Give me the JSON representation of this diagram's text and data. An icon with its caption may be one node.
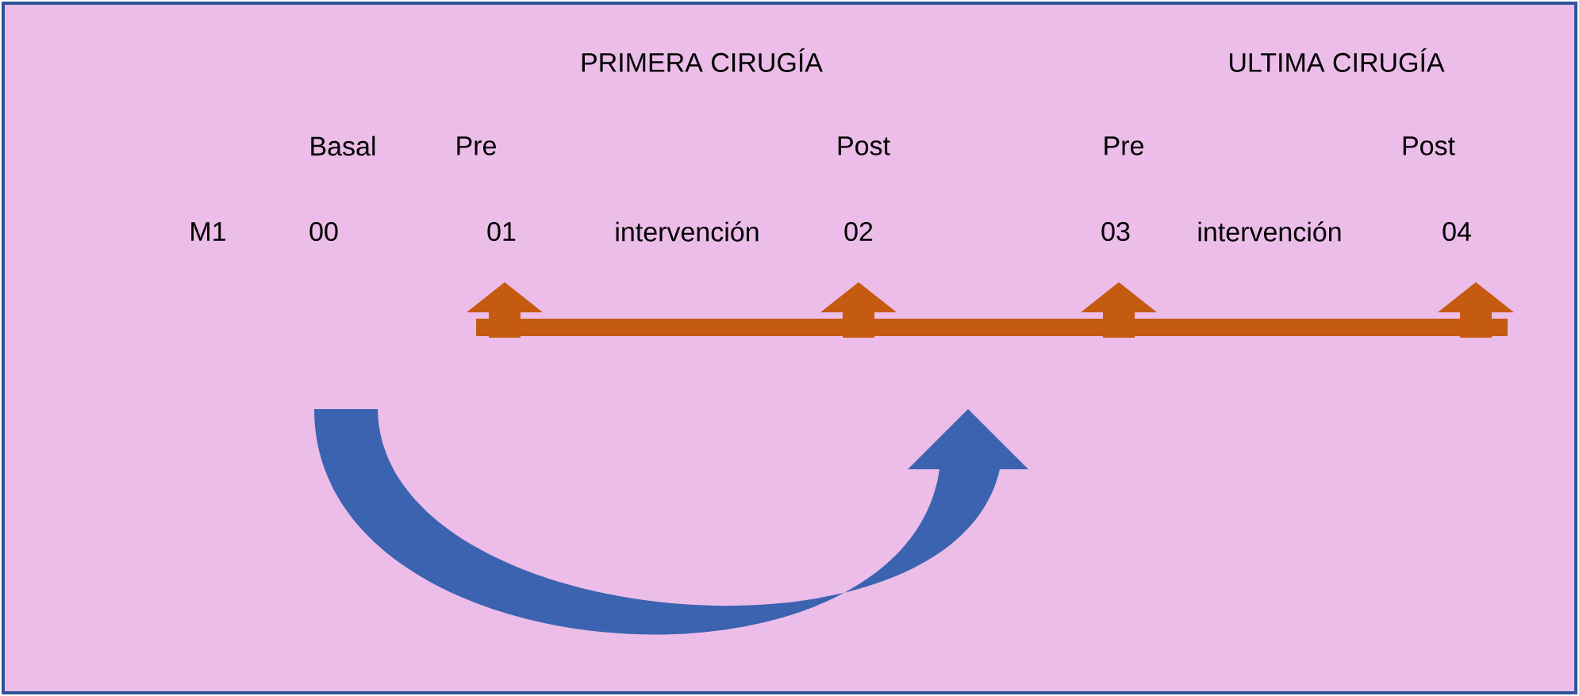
{
  "diagram": {
    "labels": [
      "PRIMERA CIRUGÍA",
      "ULTIMA CIRUGÍA",
      "Basal",
      "Pre",
      "Post",
      "Pre",
      "Post",
      "M1",
      "00",
      "01",
      "intervención",
      "02",
      "03",
      "intervención",
      "04"
    ]
  }
}
